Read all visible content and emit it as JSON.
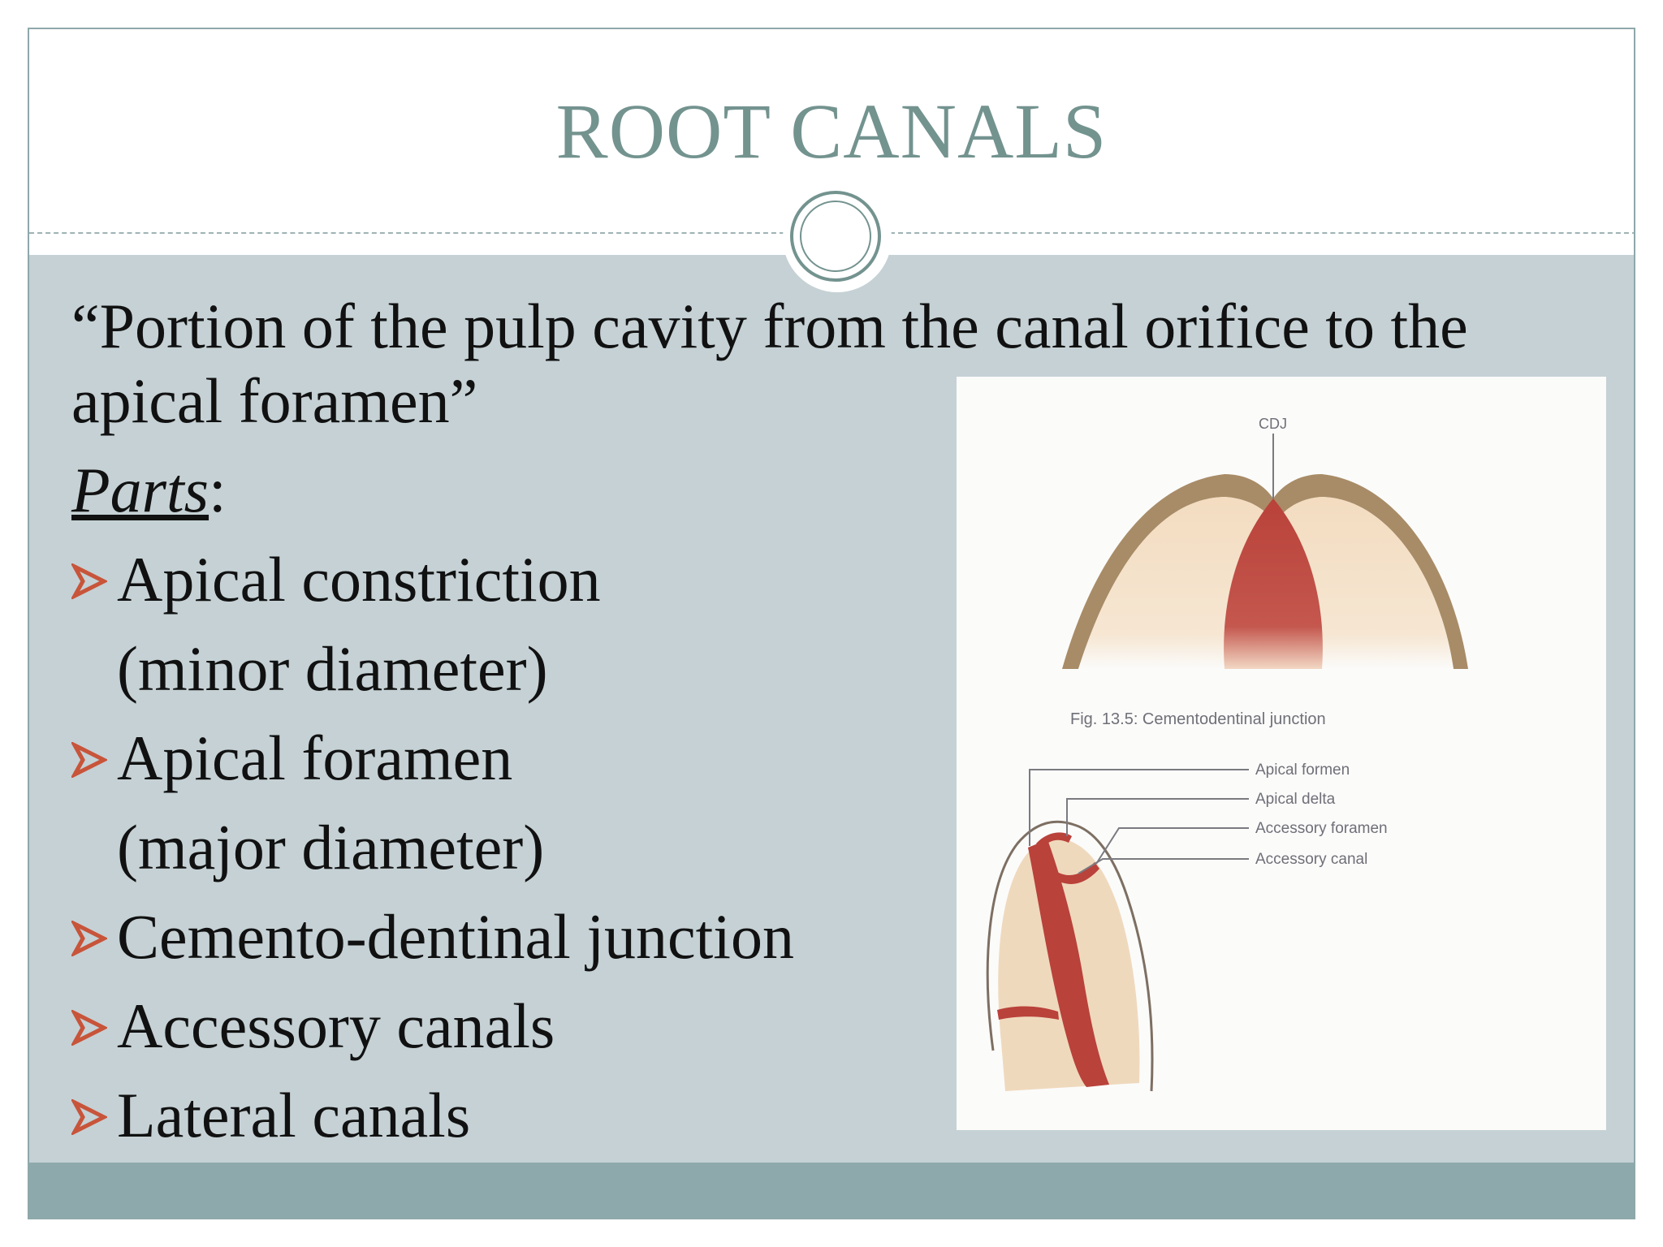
{
  "slide": {
    "title": "ROOT CANALS",
    "definition_line1": "“Portion of the pulp cavity from the canal orifice to the",
    "definition_line2": "apical foramen”",
    "parts_label": "Parts",
    "parts_colon": ":",
    "bullets": [
      {
        "label": "Apical constriction",
        "sub": "(minor diameter)"
      },
      {
        "label": "Apical foramen",
        "sub": "(major diameter)"
      },
      {
        "label": "Cemento-dentinal junction"
      },
      {
        "label": "Accessory canals"
      },
      {
        "label": "Lateral canals"
      }
    ]
  },
  "figure": {
    "top_label": "CDJ",
    "caption": "Fig. 13.5: Cementodentinal junction",
    "labels": [
      "Apical formen",
      "Apical delta",
      "Accessory foramen",
      "Accessory canal"
    ]
  },
  "colors": {
    "title": "#73938f",
    "panel": "#c5d1d5",
    "footer": "#8ea9ab",
    "bullet_arrow": "#c8543a",
    "pulp": "#b9423a"
  },
  "icons": {
    "bullet": "arrowhead-bullet-icon",
    "badge": "circle-ring-icon"
  }
}
